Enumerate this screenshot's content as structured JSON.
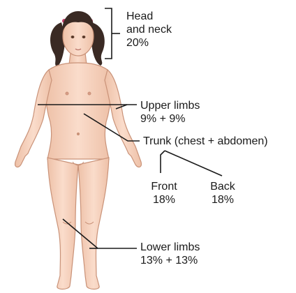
{
  "labels": {
    "head": {
      "line1": "Head",
      "line2": "and neck",
      "pct": "20%"
    },
    "upper_limbs": {
      "name": "Upper limbs",
      "pct": "9% + 9%"
    },
    "trunk": {
      "name": "Trunk (chest + abdomen)",
      "front": {
        "name": "Front",
        "pct": "18%"
      },
      "back": {
        "name": "Back",
        "pct": "18%"
      }
    },
    "lower_limbs": {
      "name": "Lower limbs",
      "pct": "13% + 13%"
    }
  },
  "colors": {
    "skin": "#f6d3bf",
    "skin_outline": "#c99278",
    "hair": "#3a2a24",
    "line": "#1a1a1a"
  }
}
